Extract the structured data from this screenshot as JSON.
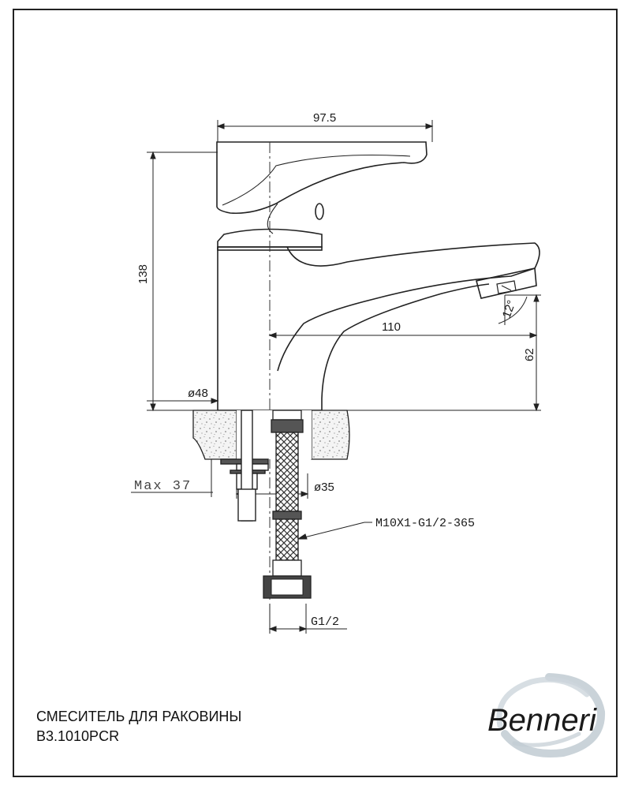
{
  "dimensions": {
    "overall_width": "97.5",
    "overall_height": "138",
    "spout_reach": "110",
    "spout_height": "62",
    "body_diameter": "ø48",
    "shank_diameter": "ø35",
    "max_thickness": "Max 37",
    "aerator_angle": "12°",
    "hose_spec": "M10X1-G1/2-365",
    "thread": "G1/2"
  },
  "caption": {
    "title": "СМЕСИТЕЛЬ ДЛЯ РАКОВИНЫ",
    "model": "B3.1010PCR"
  },
  "brand": {
    "name": "Benneri",
    "color": "#2b3f66"
  }
}
